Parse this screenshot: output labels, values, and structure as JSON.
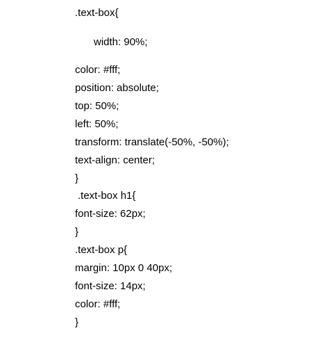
{
  "code_lines": [
    ".text-box{",
    "width: 90%;",
    "color: #fff;",
    "position: absolute;",
    "top: 50%;",
    "left: 50%;",
    "transform: translate(-50%, -50%);",
    "text-align: center;",
    "}",
    ".text-box h1{",
    "font-size: 62px;",
    "}",
    ".text-box p{",
    "margin: 10px 0 40px;",
    "font-size: 14px;",
    "color: #fff;",
    "}"
  ]
}
